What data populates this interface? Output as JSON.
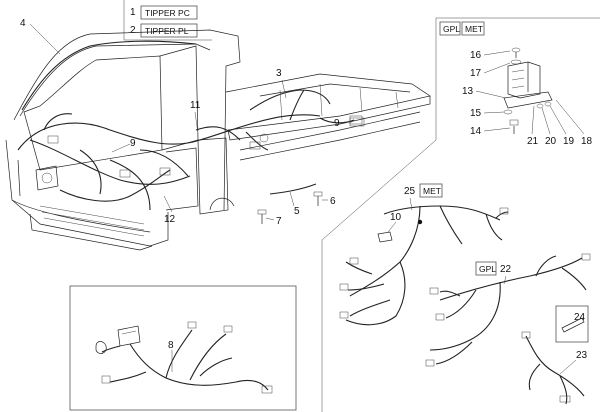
{
  "legend": {
    "items": [
      {
        "num": "1",
        "text": "TIPPER PC"
      },
      {
        "num": "2",
        "text": "TIPPER PL"
      }
    ]
  },
  "tags": {
    "gpl": "GPL",
    "met": "MET",
    "met_25": "MET",
    "gpl_22": "GPL"
  },
  "callouts": {
    "c4": "4",
    "c3": "3",
    "c11": "11",
    "c9a": "9",
    "c9b": "9",
    "c12": "12",
    "c5": "5",
    "c6": "6",
    "c7": "7",
    "c16": "16",
    "c17": "17",
    "c13": "13",
    "c15": "15",
    "c14": "14",
    "c21": "21",
    "c20": "20",
    "c19": "19",
    "c18": "18",
    "c25": "25",
    "c10": "10",
    "c22": "22",
    "c24": "24",
    "c23": "23",
    "c8": "8"
  }
}
